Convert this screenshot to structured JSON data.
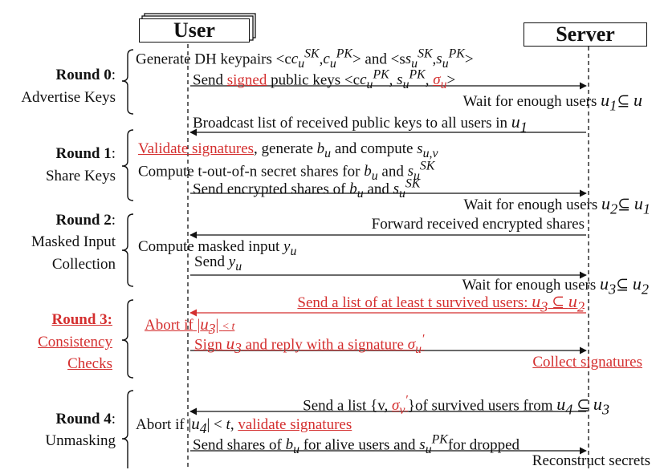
{
  "actors": {
    "user": "User",
    "server": "Server"
  },
  "rounds": [
    {
      "name": "Round 0",
      "sep": ":",
      "desc": [
        "Advertise Keys"
      ]
    },
    {
      "name": "Round 1",
      "sep": ":",
      "desc": [
        "Share Keys"
      ]
    },
    {
      "name": "Round 2",
      "sep": ":",
      "desc": [
        "Masked Input",
        "Collection"
      ]
    },
    {
      "name": "Round 3:",
      "desc": [
        "Consistency",
        "Checks"
      ]
    },
    {
      "name": "Round 4",
      "sep": ":",
      "desc": [
        "Unmasking"
      ]
    }
  ],
  "steps": {
    "r0_gen_a": "Generate DH keypairs <c",
    "r0_gen_b": "> and <s",
    "r0_gen_c": ">",
    "r0_send_a": "Send ",
    "r0_send_signed": "signed",
    "r0_send_b": " public keys <c",
    "r0_send_c": ">",
    "r0_wait": "Wait for enough users",
    "r1_broadcast": "Broadcast list of received public keys to all users in",
    "r1_validate": "Validate signatures",
    "r1_generate": ", generate",
    "r1_compute": "and compute",
    "r1_shares": "Compute t-out-of-n secret shares for",
    "r1_and": "and",
    "r1_send": "Send encrypted shares of",
    "r1_wait": "Wait for enough users",
    "r2_forward": "Forward received encrypted shares",
    "r2_compute": "Compute masked input",
    "r2_send": "Send",
    "r2_wait": "Wait for enough users",
    "r3_send": "Send a list of at least t survived users:",
    "r3_abort": "Abort if",
    "r3_sign_a": "Sign",
    "r3_sign_b": "and reply with a signature",
    "r3_collect": "Collect signatures",
    "r4_send_a": "Send a list {v,",
    "r4_send_b": "}of survived users from",
    "r4_abort": "Abort if",
    "r4_validate": "validate signatures",
    "r4_shares_a": "Send shares of",
    "r4_shares_b": "for alive users and",
    "r4_shares_c": "for dropped",
    "r4_reconstruct": "Reconstruct secrets"
  },
  "colors": {
    "ink": "#111111",
    "accent": "#d42f2f"
  }
}
